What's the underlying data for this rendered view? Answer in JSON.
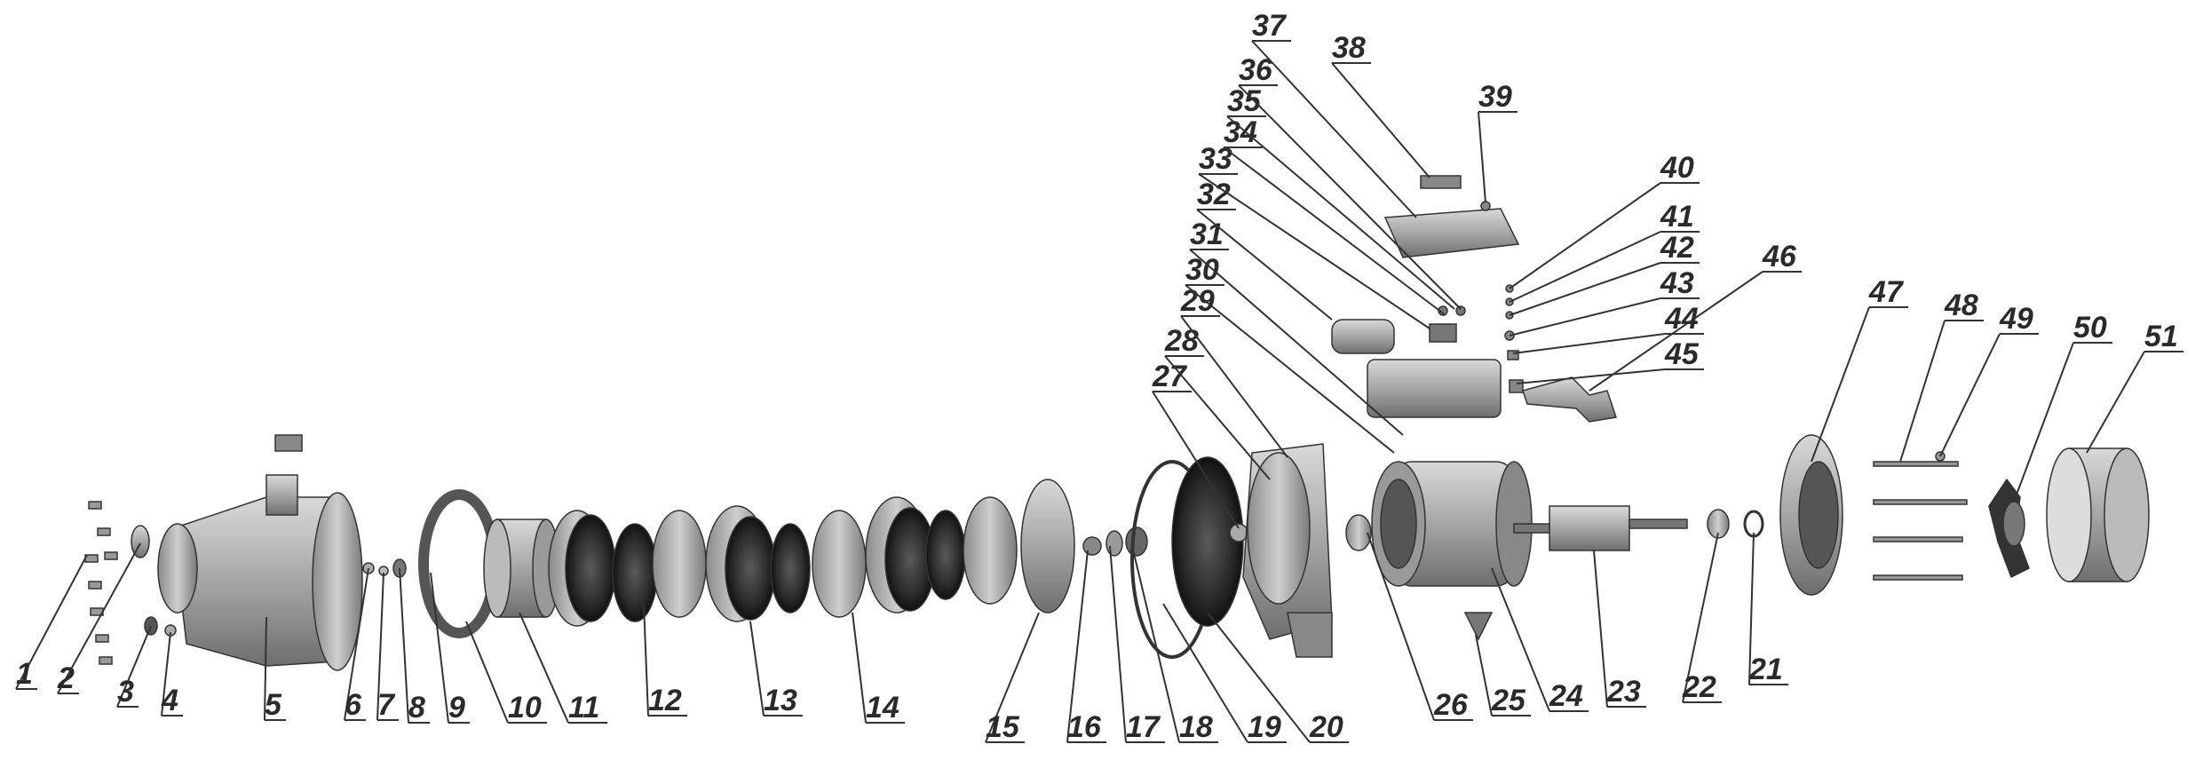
{
  "diagram": {
    "kind": "exploded-view-pump",
    "part_numbers": [
      "1",
      "2",
      "3",
      "4",
      "5",
      "6",
      "7",
      "8",
      "9",
      "10",
      "11",
      "12",
      "13",
      "14",
      "15",
      "16",
      "17",
      "18",
      "19",
      "20",
      "21",
      "22",
      "23",
      "24",
      "25",
      "26",
      "27",
      "28",
      "29",
      "30",
      "31",
      "32",
      "33",
      "34",
      "35",
      "36",
      "37",
      "38",
      "39",
      "40",
      "41",
      "42",
      "43",
      "44",
      "45",
      "46",
      "47",
      "48",
      "49",
      "50",
      "51"
    ]
  }
}
